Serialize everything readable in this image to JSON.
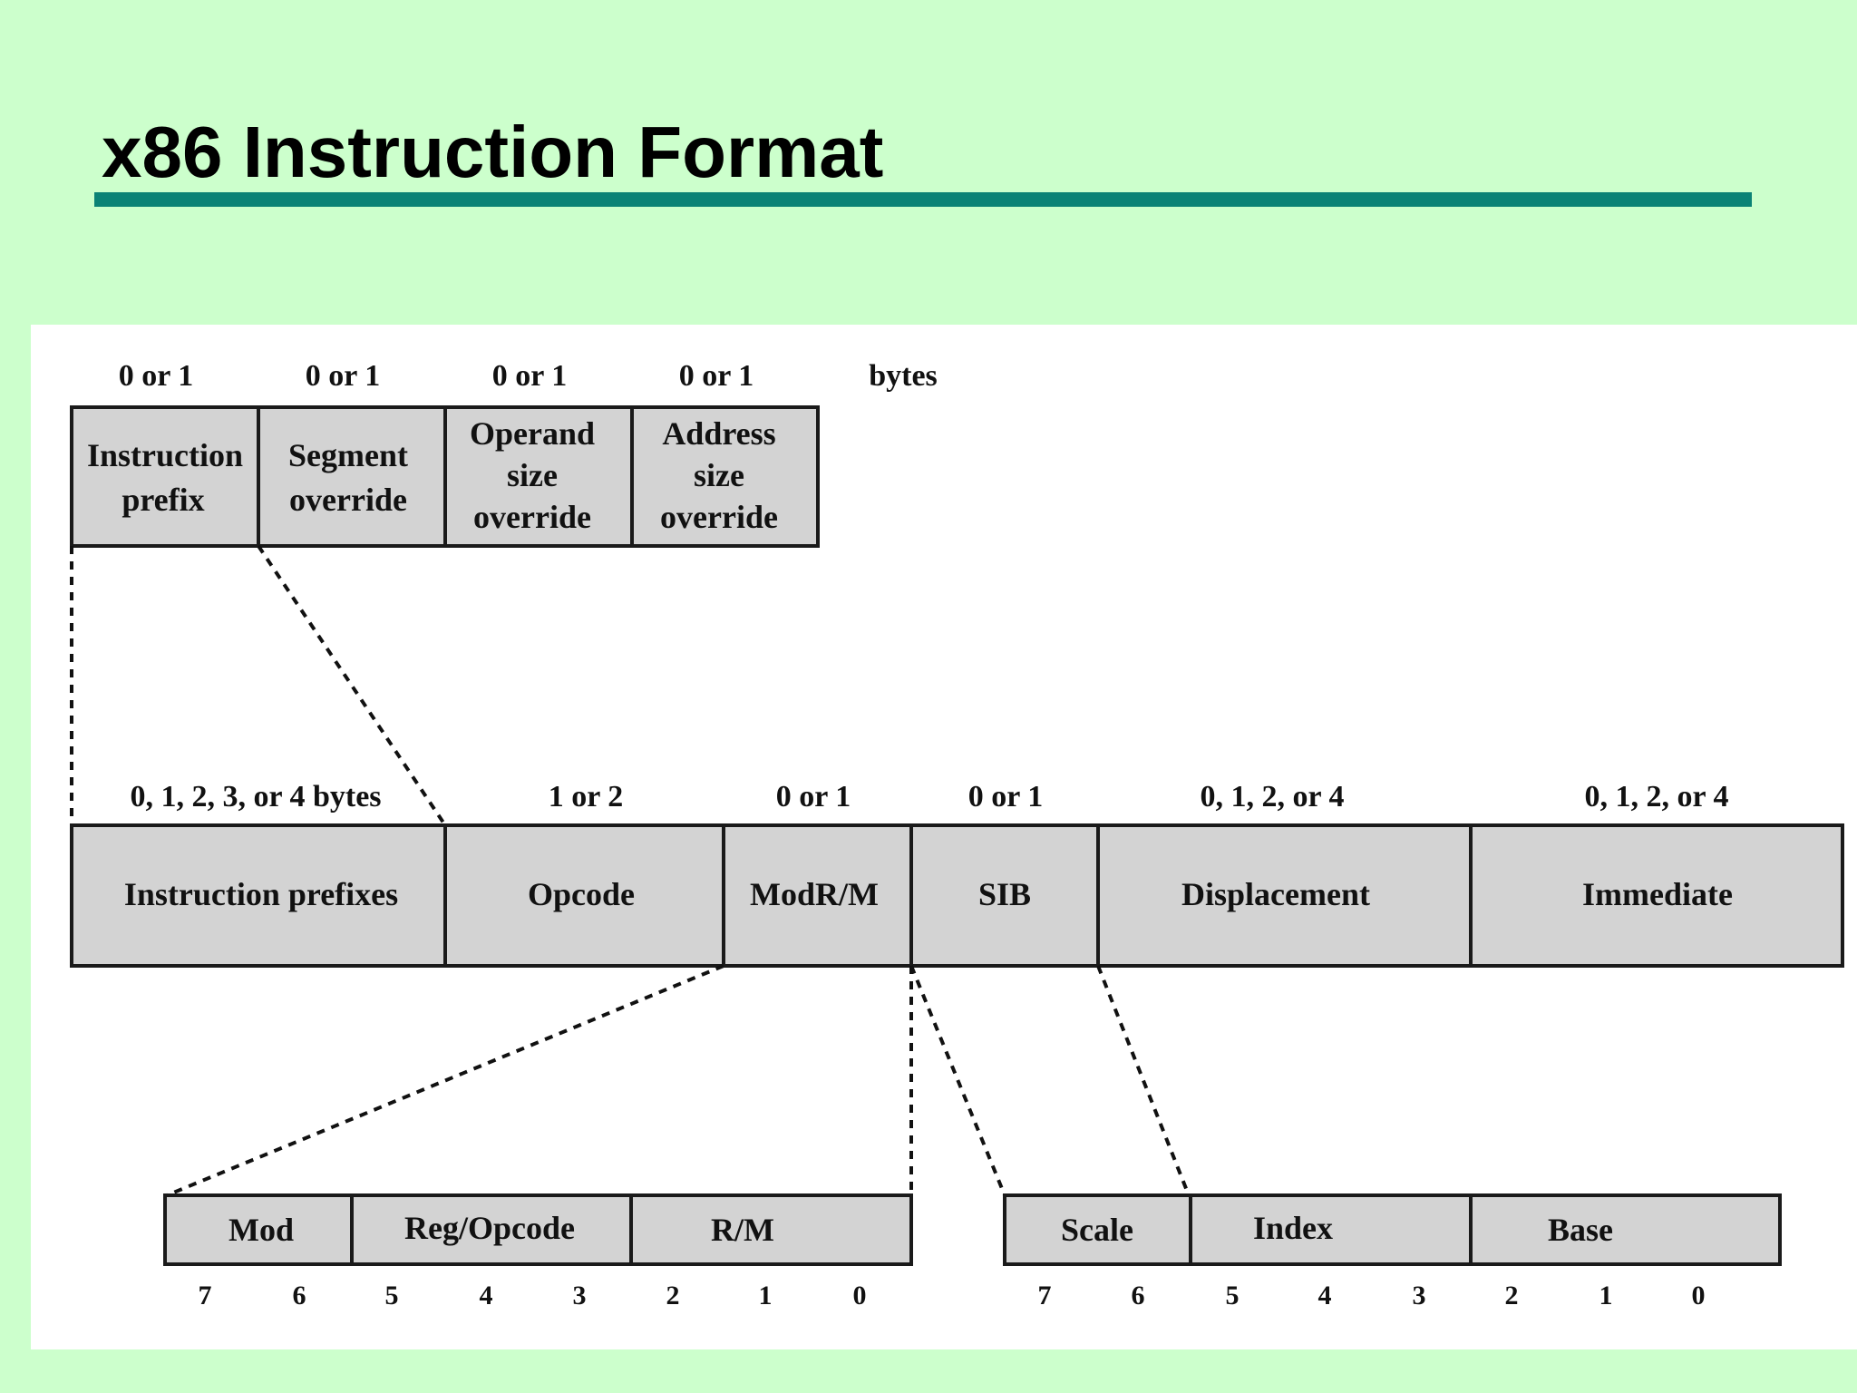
{
  "slide": {
    "title": "x86 Instruction Format"
  },
  "prefix_bytes": {
    "sizes": [
      "0 or 1",
      "0 or 1",
      "0 or 1",
      "0 or 1"
    ],
    "unit": "bytes",
    "cells": [
      {
        "lines": [
          "Instruction",
          "prefix"
        ]
      },
      {
        "lines": [
          "Segment",
          "override"
        ]
      },
      {
        "lines": [
          "Operand",
          "size",
          "override"
        ]
      },
      {
        "lines": [
          "Address",
          "size",
          "override"
        ]
      }
    ]
  },
  "instruction": {
    "sizes": [
      "0, 1, 2, 3, or 4 bytes",
      "1 or 2",
      "0 or 1",
      "0 or 1",
      "0, 1, 2, or 4",
      "0, 1, 2, or 4"
    ],
    "fields": [
      "Instruction prefixes",
      "Opcode",
      "ModR/M",
      "SIB",
      "Displacement",
      "Immediate"
    ]
  },
  "modrm": {
    "fields": [
      "Mod",
      "Reg/Opcode",
      "R/M"
    ],
    "bits": [
      "7",
      "6",
      "5",
      "4",
      "3",
      "2",
      "1",
      "0"
    ]
  },
  "sib": {
    "fields": [
      "Scale",
      "Index",
      "Base"
    ],
    "bits": [
      "7",
      "6",
      "5",
      "4",
      "3",
      "2",
      "1",
      "0"
    ]
  }
}
